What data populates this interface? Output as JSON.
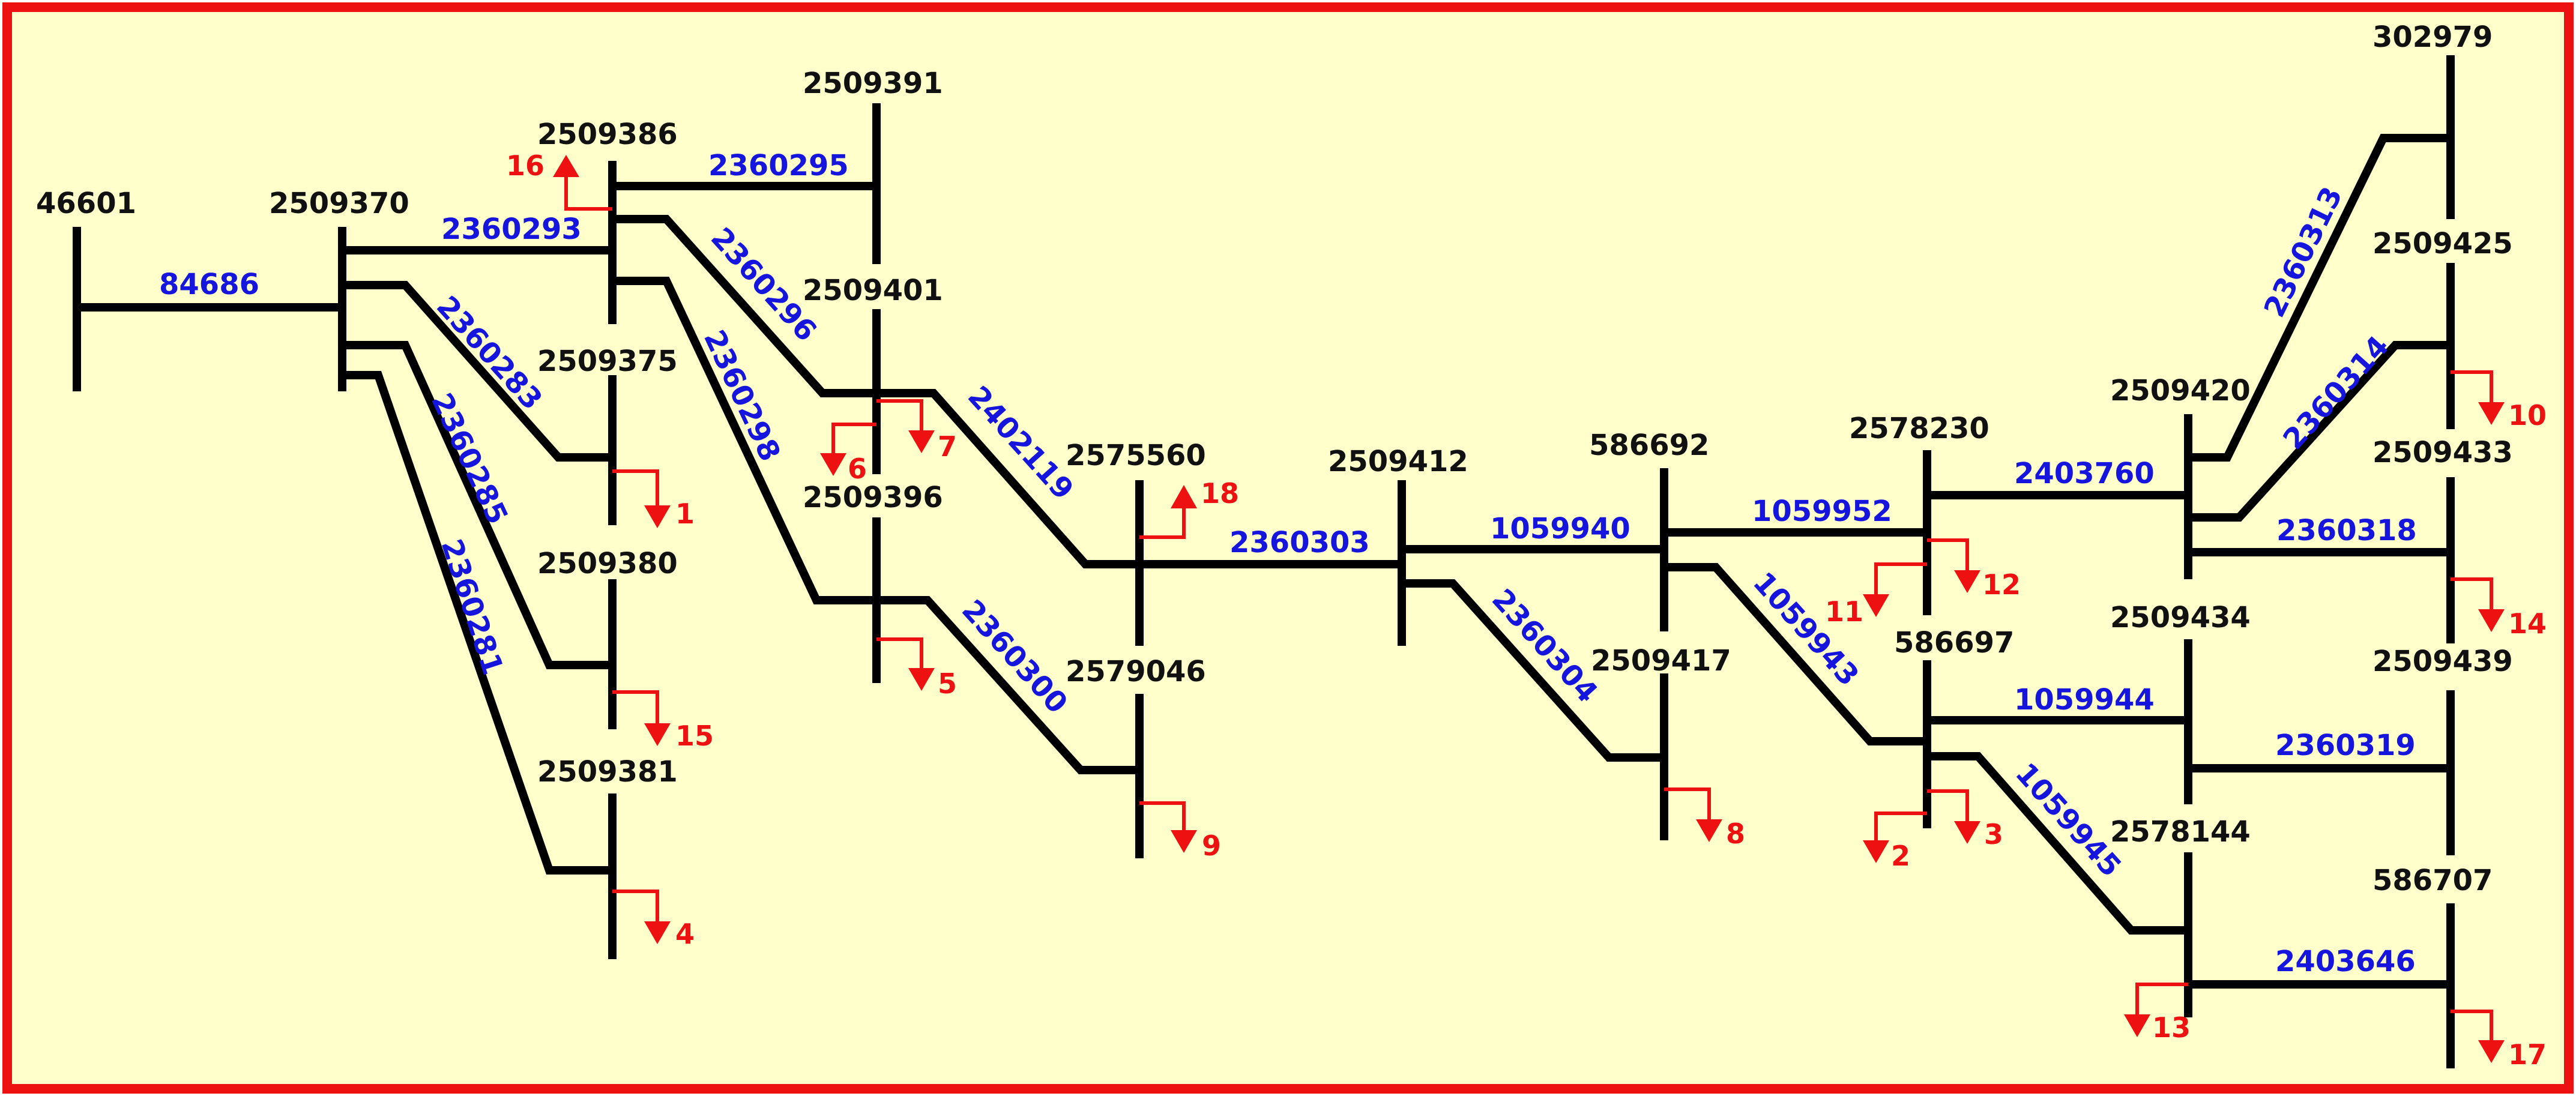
{
  "diagram": {
    "colors": {
      "background": "#ffffcc",
      "frame": "#ee1111",
      "bus": "#000000",
      "bus_label": "#111111",
      "line_label": "#1515dd",
      "load": "#ee1111"
    },
    "buses": [
      {
        "id": "b46601",
        "label": "46601"
      },
      {
        "id": "b2509370",
        "label": "2509370"
      },
      {
        "id": "b2509386",
        "label": "2509386"
      },
      {
        "id": "b2509375",
        "label": "2509375"
      },
      {
        "id": "b2509380",
        "label": "2509380"
      },
      {
        "id": "b2509381",
        "label": "2509381"
      },
      {
        "id": "b2509391",
        "label": "2509391"
      },
      {
        "id": "b2509401",
        "label": "2509401"
      },
      {
        "id": "b2509396",
        "label": "2509396"
      },
      {
        "id": "b2575560",
        "label": "2575560"
      },
      {
        "id": "b2579046",
        "label": "2579046"
      },
      {
        "id": "b2509412",
        "label": "2509412"
      },
      {
        "id": "b586692",
        "label": "586692"
      },
      {
        "id": "b2509417",
        "label": "2509417"
      },
      {
        "id": "b2578230",
        "label": "2578230"
      },
      {
        "id": "b586697",
        "label": "586697"
      },
      {
        "id": "b2509420",
        "label": "2509420"
      },
      {
        "id": "b2509434",
        "label": "2509434"
      },
      {
        "id": "b2578144",
        "label": "2578144"
      },
      {
        "id": "b302979",
        "label": "302979"
      },
      {
        "id": "b2509425",
        "label": "2509425"
      },
      {
        "id": "b2509433",
        "label": "2509433"
      },
      {
        "id": "b2509439",
        "label": "2509439"
      },
      {
        "id": "b586707",
        "label": "586707"
      }
    ],
    "lines": [
      {
        "label": "84686",
        "from": "46601",
        "to": "2509370"
      },
      {
        "label": "2360293",
        "from": "2509370",
        "to": "2509386"
      },
      {
        "label": "2360283",
        "from": "2509370",
        "to": "2509375"
      },
      {
        "label": "2360285",
        "from": "2509370",
        "to": "2509380"
      },
      {
        "label": "2360281",
        "from": "2509370",
        "to": "2509381"
      },
      {
        "label": "2360295",
        "from": "2509386",
        "to": "2509391"
      },
      {
        "label": "2360296",
        "from": "2509386",
        "to": "2509401"
      },
      {
        "label": "2360298",
        "from": "2509386",
        "to": "2509396"
      },
      {
        "label": "2402119",
        "from": "2509401",
        "to": "2575560"
      },
      {
        "label": "2360300",
        "from": "2509396",
        "to": "2579046"
      },
      {
        "label": "2360303",
        "from": "2575560",
        "to": "2509412"
      },
      {
        "label": "1059940",
        "from": "2509412",
        "to": "586692"
      },
      {
        "label": "2360304",
        "from": "2509412",
        "to": "2509417"
      },
      {
        "label": "1059952",
        "from": "586692",
        "to": "2578230"
      },
      {
        "label": "1059943",
        "from": "586692",
        "to": "586697"
      },
      {
        "label": "2403760",
        "from": "2578230",
        "to": "2509420"
      },
      {
        "label": "1059944",
        "from": "586697",
        "to": "2509434"
      },
      {
        "label": "1059945",
        "from": "586697",
        "to": "2578144"
      },
      {
        "label": "2360313",
        "from": "2509420",
        "to": "302979"
      },
      {
        "label": "2360314",
        "from": "2509420",
        "to": "2509425"
      },
      {
        "label": "2360318",
        "from": "2509420",
        "to": "2509433"
      },
      {
        "label": "2360319",
        "from": "2509434",
        "to": "2509439"
      },
      {
        "label": "2403646",
        "from": "2578144",
        "to": "586707"
      }
    ],
    "loads": [
      {
        "label": "1",
        "bus": "2509375"
      },
      {
        "label": "2",
        "bus": "586697"
      },
      {
        "label": "3",
        "bus": "586697"
      },
      {
        "label": "4",
        "bus": "2509381"
      },
      {
        "label": "5",
        "bus": "2509396"
      },
      {
        "label": "6",
        "bus": "2509401"
      },
      {
        "label": "7",
        "bus": "2509401"
      },
      {
        "label": "8",
        "bus": "2509417"
      },
      {
        "label": "9",
        "bus": "2579046"
      },
      {
        "label": "10",
        "bus": "2509425"
      },
      {
        "label": "11",
        "bus": "2578230"
      },
      {
        "label": "12",
        "bus": "2578230"
      },
      {
        "label": "13",
        "bus": "2578144"
      },
      {
        "label": "14",
        "bus": "2509433"
      },
      {
        "label": "15",
        "bus": "2509380"
      },
      {
        "label": "16",
        "bus": "2509386"
      },
      {
        "label": "17",
        "bus": "586707"
      },
      {
        "label": "18",
        "bus": "2575560"
      }
    ]
  }
}
